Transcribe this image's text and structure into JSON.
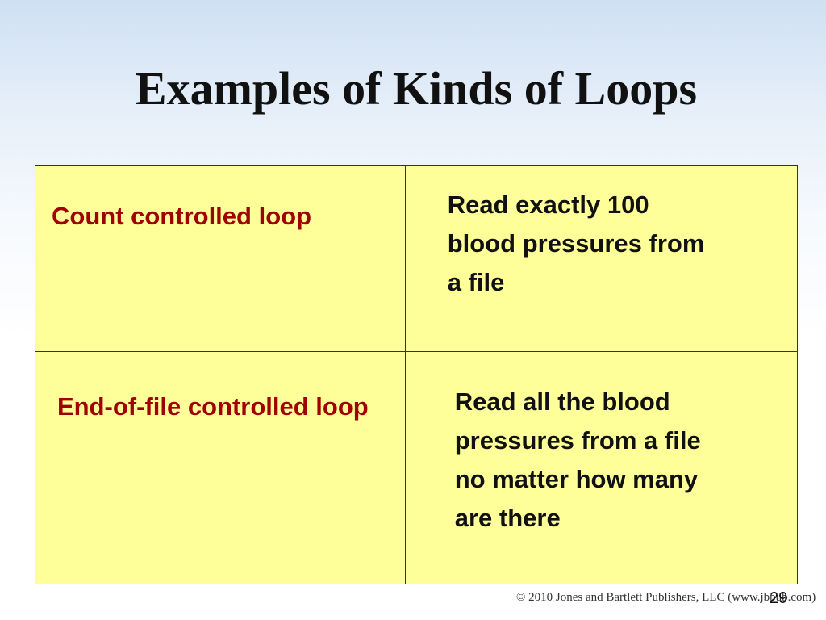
{
  "slide": {
    "title": "Examples of Kinds of Loops",
    "rows": [
      {
        "kind": "Count controlled loop",
        "example": "Read exactly 100 blood pressures from a file"
      },
      {
        "kind": "End-of-file controlled loop",
        "example": "Read all the blood pressures from a file no matter how many are there"
      }
    ],
    "copyright": "© 2010 Jones and Bartlett Publishers, LLC (www.jbpub.com)",
    "page_number": "29"
  },
  "colors": {
    "cell_background": "#ffff99",
    "kind_text": "#a00000",
    "example_text": "#111111"
  }
}
